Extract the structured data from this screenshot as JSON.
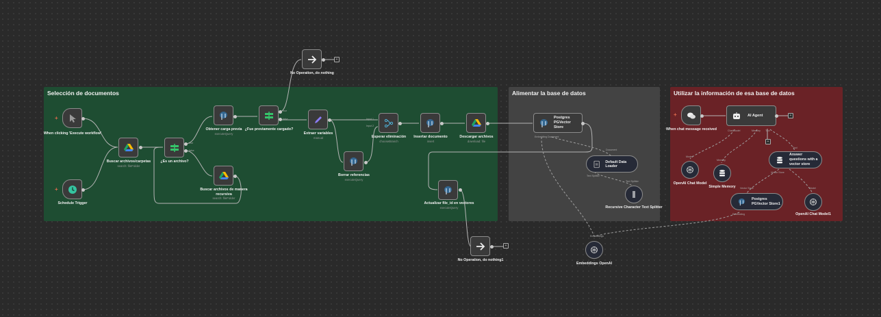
{
  "groups": [
    {
      "title": "Selección de documentos",
      "color": "#1e4d32"
    },
    {
      "title": "Alimentar la base de datos",
      "color": "#434343"
    },
    {
      "title": "Utilizar la información de esa base de datos",
      "color": "#6a2226"
    }
  ],
  "nodes": {
    "manual_trigger": {
      "name": "When clicking 'Execute workflow'",
      "icon": "cursor-icon"
    },
    "schedule_trigger": {
      "name": "Schedule Trigger",
      "icon": "clock-icon"
    },
    "buscar_archivos": {
      "name": "Buscar archivos/carpetas",
      "sub": "search: fileFolder",
      "icon": "google-drive-icon"
    },
    "es_archivo": {
      "name": "¿Es un archivo?",
      "icon": "switch-icon",
      "outputs": [
        "true",
        "false"
      ]
    },
    "obtener_carga": {
      "name": "Obtener carga previa",
      "sub": "executeQuery",
      "icon": "postgres-icon"
    },
    "buscar_recursiva": {
      "name": "Buscar archivos de manera recursiva",
      "sub": "search: fileFolder",
      "icon": "google-drive-icon"
    },
    "fue_cargado": {
      "name": "¿Fue previamente cargado?",
      "icon": "switch-icon",
      "outputs": [
        "true",
        "false"
      ]
    },
    "noop1": {
      "name": "No Operation, do nothing",
      "icon": "arrow-right-icon"
    },
    "extraer_variables": {
      "name": "Extraer variables",
      "sub": "manual",
      "icon": "pencil-icon"
    },
    "borrar_referencias": {
      "name": "Borrar referencias",
      "sub": "executeQuery",
      "icon": "postgres-icon"
    },
    "esperar_eliminacion": {
      "name": "Esperar eliminación",
      "sub": "chooseBranch",
      "icon": "merge-icon",
      "inputs": [
        "Input 1",
        "Input 2"
      ]
    },
    "insertar_documento": {
      "name": "Insertar documento",
      "sub": "insert",
      "icon": "postgres-icon"
    },
    "descargar_archivos": {
      "name": "Descargar archivos",
      "sub": "download: file",
      "icon": "google-drive-icon"
    },
    "actualizar_file_id": {
      "name": "Actualizar file_id en vectores",
      "sub": "executeQuery",
      "icon": "postgres-icon"
    },
    "noop2": {
      "name": "No Operation, do nothing1",
      "icon": "arrow-right-icon"
    },
    "pgvector_store": {
      "name": "Postgres PGVector Store",
      "icon": "postgres-icon",
      "ports": [
        "Embedding",
        "Document"
      ]
    },
    "default_data_loader": {
      "name": "Default Data Loader",
      "icon": "document-icon",
      "ports": [
        "Document",
        "Text Splitter"
      ]
    },
    "text_splitter": {
      "name": "Recursive Character Text Splitter",
      "icon": "splitter-icon",
      "ports": [
        "Text Splitter"
      ]
    },
    "embeddings_openai": {
      "name": "Embeddings OpenAI",
      "icon": "openai-icon",
      "ports": [
        "Embeddings"
      ]
    },
    "chat_trigger": {
      "name": "When chat message received",
      "icon": "chat-icon"
    },
    "ai_agent": {
      "name": "AI Agent",
      "icon": "robot-icon",
      "ports": [
        "Chat Model",
        "Memory",
        "Tool"
      ]
    },
    "openai_chat_model": {
      "name": "OpenAI Chat Model",
      "icon": "openai-icon",
      "ports": [
        "Model"
      ]
    },
    "simple_memory": {
      "name": "Simple Memory",
      "icon": "database-icon",
      "ports": [
        "Memory"
      ]
    },
    "answer_questions": {
      "name": "Answer questions with a vector store",
      "icon": "database-icon",
      "ports": [
        "Tool",
        "Vector Store",
        "Model"
      ]
    },
    "pgvector_store1": {
      "name": "Postgres PGVector Store1",
      "icon": "postgres-icon",
      "ports": [
        "Vector Store",
        "Embedding"
      ]
    },
    "openai_chat_model1": {
      "name": "OpenAI Chat Model1",
      "icon": "openai-icon",
      "ports": [
        "Model"
      ]
    }
  },
  "colors": {
    "canvas": "#2a2a2a",
    "wire": "#b5b5b5",
    "switch": "#35c46a",
    "drive_green": "#1fa463",
    "pencil": "#8b7cf6",
    "trigger_plus": "#e06a4d"
  }
}
